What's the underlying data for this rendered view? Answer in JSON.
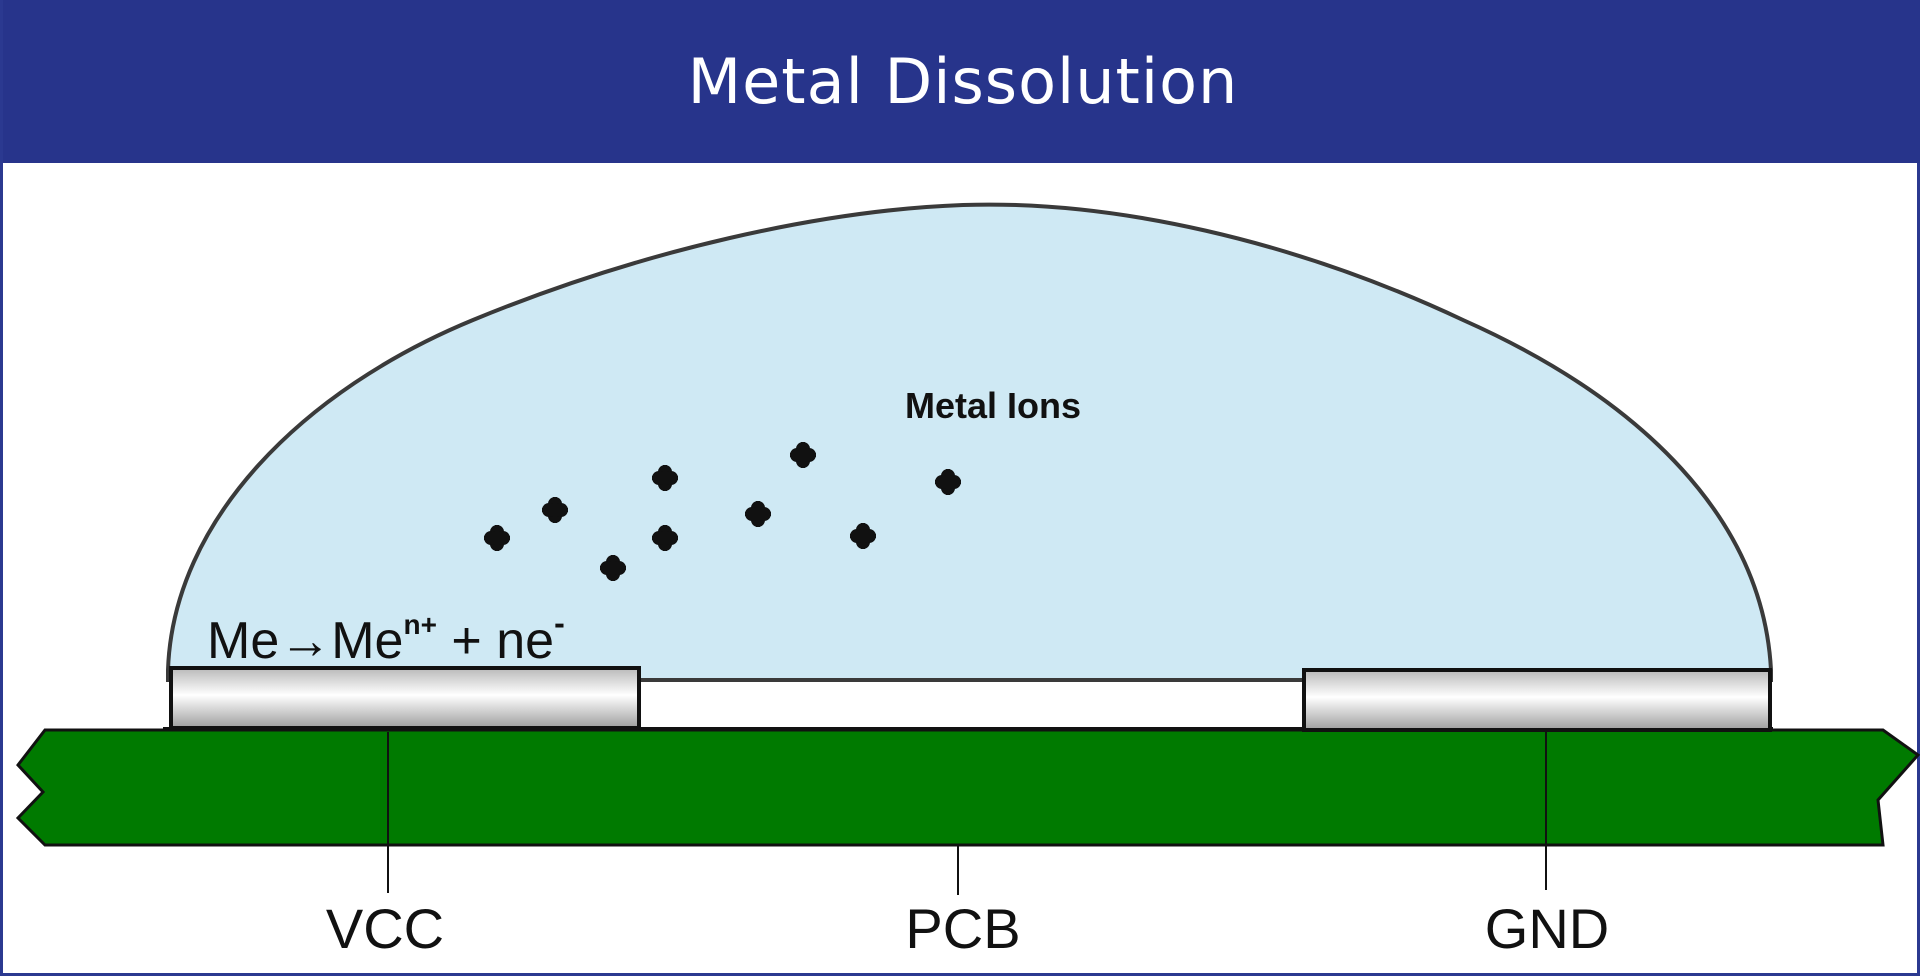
{
  "title": "Metal Dissolution",
  "labels": {
    "ions": "Metal Ions",
    "vcc": "VCC",
    "pcb": "PCB",
    "gnd": "GND"
  },
  "reaction": {
    "base": "Me→Me",
    "sup1": "n+",
    "middle": " + ne",
    "sup2": "-"
  },
  "colors": {
    "title_bg": "#27348b",
    "droplet": "#cfe9f4",
    "pcb": "#007a00",
    "electrode": "#d8d8d8"
  }
}
